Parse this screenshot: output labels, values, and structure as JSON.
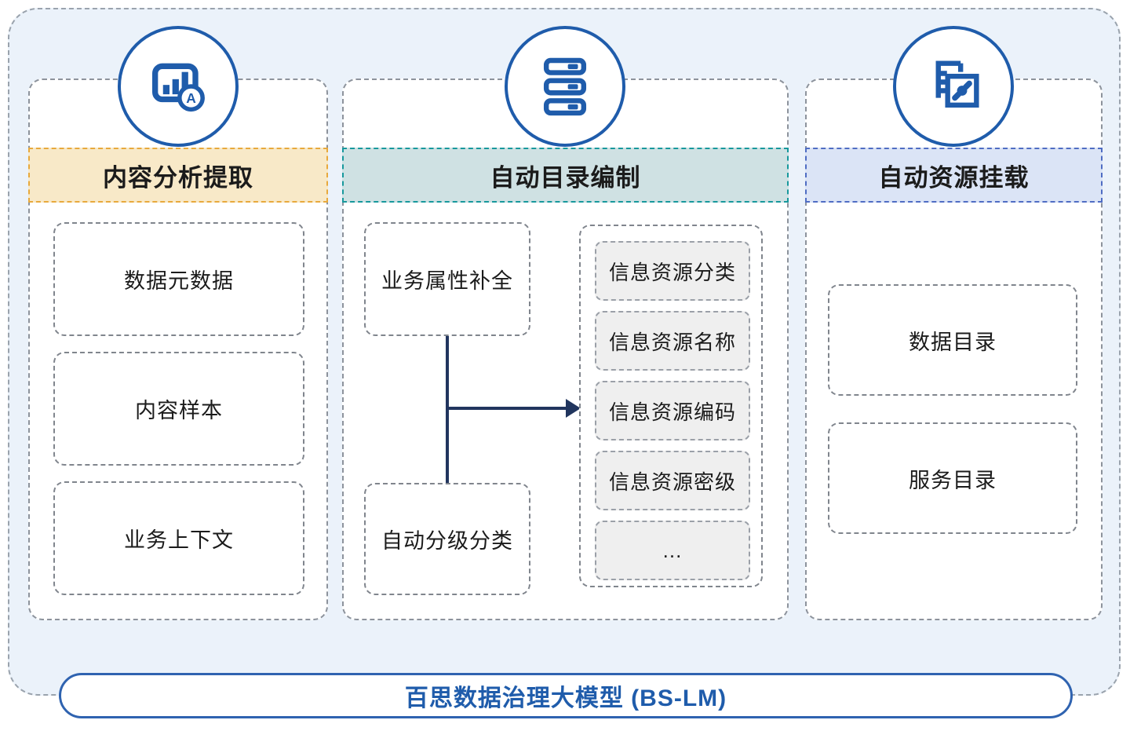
{
  "colors": {
    "primary_blue": "#1f5cab",
    "arrow_navy": "#21355e",
    "canvas_bg": "#ebf2fa",
    "header1_bg": "#f8e9c8",
    "header1_border": "#e8a93c",
    "header2_bg": "#cfe1e3",
    "header2_border": "#17989c",
    "header3_bg": "#dbe4f6",
    "header3_border": "#4f6dc3",
    "chip_bg": "#efefef"
  },
  "columns": [
    {
      "title": "内容分析提取",
      "icon": "chart-analysis-icon",
      "items": [
        "数据元数据",
        "内容样本",
        "业务上下文"
      ]
    },
    {
      "title": "自动目录编制",
      "icon": "server-stack-icon",
      "left_items": [
        "业务属性补全",
        "自动分级分类"
      ],
      "right_items": [
        "信息资源分类",
        "信息资源名称",
        "信息资源编码",
        "信息资源密级",
        "..."
      ]
    },
    {
      "title": "自动资源挂载",
      "icon": "catalog-link-icon",
      "items": [
        "数据目录",
        "服务目录"
      ]
    }
  ],
  "footer": {
    "label": "百思数据治理大模型 (BS-LM)"
  }
}
